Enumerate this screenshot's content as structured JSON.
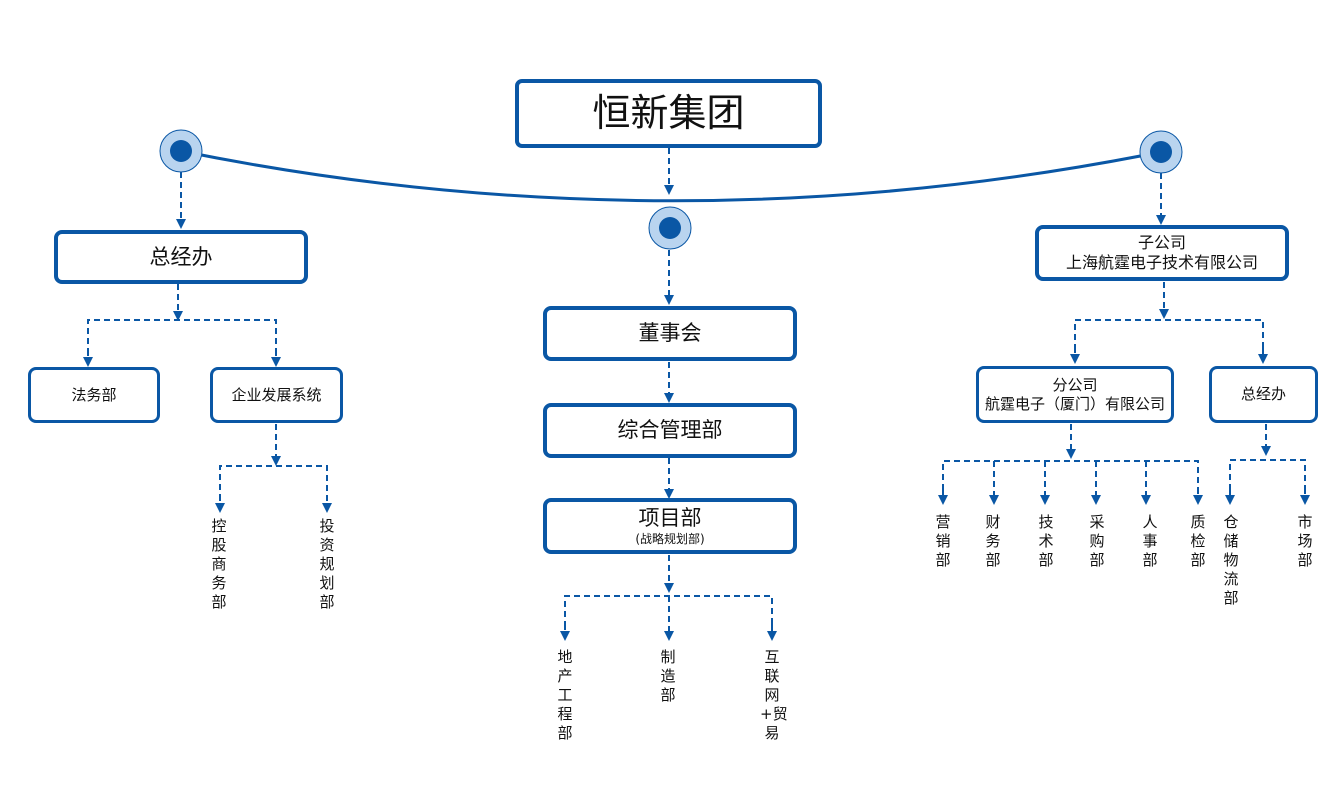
{
  "colors": {
    "line": "#0a57a5",
    "node_outer": "#b9d4ef",
    "node_inner": "#0a57a5"
  },
  "root": {
    "label": "恒新集团"
  },
  "left": {
    "office": "总经办",
    "legal": "法务部",
    "dev": "企业发展系统",
    "dev_children": [
      "控股商务部",
      "投资规划部"
    ]
  },
  "center": {
    "board": "董事会",
    "general": "综合管理部",
    "project": "项目部",
    "project_note": "(战略规划部)",
    "project_children": [
      "地产工程部",
      "制造部",
      "互联网+贸易"
    ]
  },
  "right": {
    "subsidiary_title": "子公司",
    "subsidiary_name": "上海航霆电子技术有限公司",
    "branch_title": "分公司",
    "branch_name": "航霆电子（厦门）有限公司",
    "office": "总经办",
    "branch_children": [
      "营销部",
      "财务部",
      "技术部",
      "采购部",
      "人事部",
      "质检部"
    ],
    "office_children": [
      "仓储物流部",
      "市场部"
    ]
  }
}
